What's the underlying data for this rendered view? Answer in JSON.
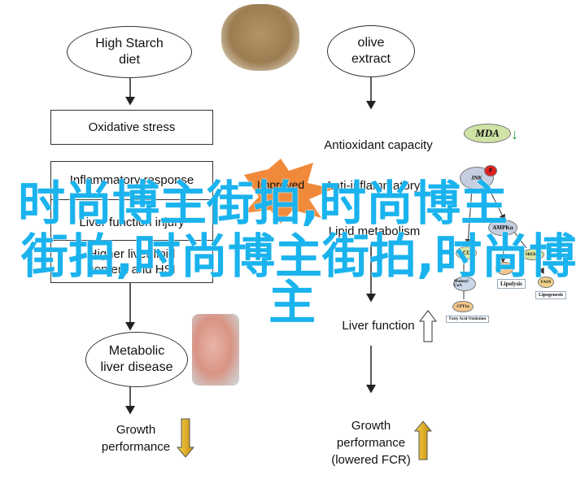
{
  "left": {
    "diet": "High Starch diet",
    "oxidative": "Oxidative stress",
    "effects": [
      "Inflammatory response",
      "Liver function injury",
      "Higher liver lipid content and HSI"
    ],
    "disease": "Metabolic liver disease",
    "growth": "Growth performance"
  },
  "middle": {
    "extract": "olive extract",
    "improved": "Improved",
    "items": [
      "Antioxidant capacity",
      "Anti-inflammatory",
      "Lipid metabolism",
      "Liver function"
    ],
    "growth": "Growth performance (lowered FCR)"
  },
  "pathway": {
    "mda": "MDA",
    "jnk": "JNK",
    "p": "P",
    "ampk": "AMPKα",
    "acc": "ACC1",
    "malonyl": "Malonyl CoA",
    "cpt": "CPT1α",
    "atgl": "ATGL",
    "srebp": "SREBP1",
    "fasn": "FASN",
    "lipolysis": "Lipolysis",
    "lipogenesis": "Lipogenesis",
    "fao": "Fatty Acid Oxidation"
  },
  "watermark": [
    "时尚博主街拍,时尚博主",
    "街拍,时尚博主街拍,时尚博",
    "主"
  ],
  "colors": {
    "up": "#e0252a",
    "down": "#2a9a3a",
    "watermark": "#1ab3ee",
    "star": "#f08a3a",
    "yellow": "#e8b21a"
  }
}
